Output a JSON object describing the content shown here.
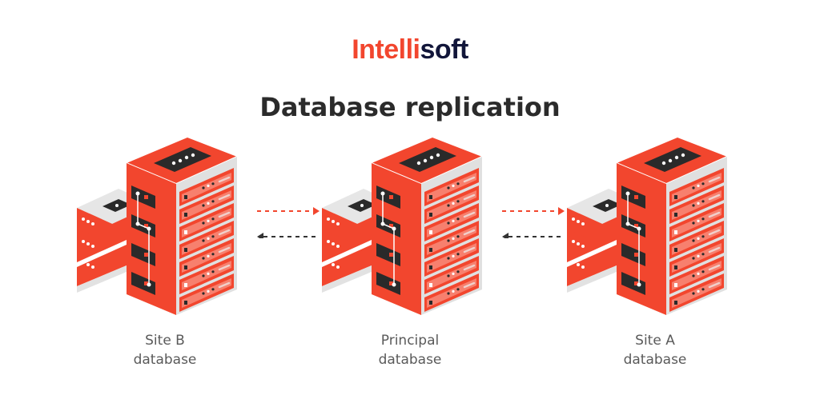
{
  "logo": {
    "part1": "Intelli",
    "part2": "soft",
    "color_primary": "#f2462e",
    "color_secondary": "#12163a"
  },
  "title": "Database replication",
  "nodes": [
    {
      "id": "site-b",
      "line1": "Site B",
      "line2": "database"
    },
    {
      "id": "principal",
      "line1": "Principal",
      "line2": "database"
    },
    {
      "id": "site-a",
      "line1": "Site A",
      "line2": "database"
    }
  ],
  "connections": [
    {
      "from": "site-b",
      "to": "principal",
      "forward_color": "#f2462e",
      "backward_color": "#333333",
      "style": "dashed"
    },
    {
      "from": "principal",
      "to": "site-a",
      "forward_color": "#f2462e",
      "backward_color": "#333333",
      "style": "dashed"
    }
  ],
  "colors": {
    "server_red": "#f2462e",
    "server_dark": "#2a2a2a",
    "server_light": "#e6e6e6",
    "text_dark": "#2b2b2b",
    "text_gray": "#5a5a5a"
  }
}
